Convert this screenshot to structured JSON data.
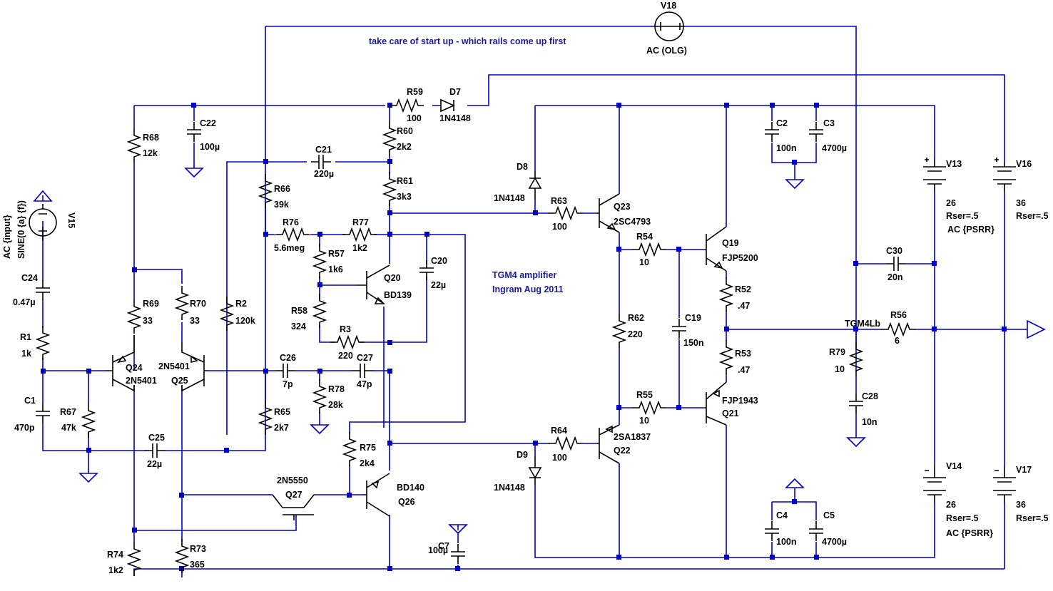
{
  "notes": {
    "startup": "take care of start up - which rails come up first",
    "title_line1": "TGM4 amplifier",
    "title_line2": "Ingram Aug 2011"
  },
  "sources": {
    "v18": {
      "name": "V18",
      "value": "AC (OLG)"
    },
    "v15": {
      "name": "V15",
      "line1": "SINE(0 {a} {f})",
      "line2": "AC {input}"
    },
    "v13": {
      "name": "V13",
      "value": "26",
      "rser": "Rser=.5",
      "ac": "AC {PSRR}"
    },
    "v16": {
      "name": "V16",
      "value": "36",
      "rser": "Rser=.5"
    },
    "v14": {
      "name": "V14",
      "value": "26",
      "rser": "Rser=.5",
      "ac": "AC {PSRR}"
    },
    "v17": {
      "name": "V17",
      "value": "36",
      "rser": "Rser=.5"
    }
  },
  "resistors": [
    {
      "name": "R59",
      "value": "100"
    },
    {
      "name": "R60",
      "value": "2k2"
    },
    {
      "name": "R61",
      "value": "3k3"
    },
    {
      "name": "R68",
      "value": "12k"
    },
    {
      "name": "R66",
      "value": "39k"
    },
    {
      "name": "R76",
      "value": "5.6meg"
    },
    {
      "name": "R77",
      "value": "1k2"
    },
    {
      "name": "R57",
      "value": "1k6"
    },
    {
      "name": "R58",
      "value": "324"
    },
    {
      "name": "R3",
      "value": "220"
    },
    {
      "name": "R69",
      "value": "33"
    },
    {
      "name": "R70",
      "value": "33"
    },
    {
      "name": "R2",
      "value": "120k"
    },
    {
      "name": "R1",
      "value": "1k"
    },
    {
      "name": "R67",
      "value": "47k"
    },
    {
      "name": "R78",
      "value": "28k"
    },
    {
      "name": "R65",
      "value": "2k7"
    },
    {
      "name": "R75",
      "value": "2k4"
    },
    {
      "name": "R74",
      "value": "1k2"
    },
    {
      "name": "R73",
      "value": "365"
    },
    {
      "name": "R63",
      "value": "100"
    },
    {
      "name": "R64",
      "value": "100"
    },
    {
      "name": "R54",
      "value": "10"
    },
    {
      "name": "R55",
      "value": "10"
    },
    {
      "name": "R62",
      "value": "220"
    },
    {
      "name": "R52",
      "value": ".47"
    },
    {
      "name": "R53",
      "value": ".47"
    },
    {
      "name": "R56",
      "value": "6"
    },
    {
      "name": "R79",
      "value": "10"
    }
  ],
  "capacitors": [
    {
      "name": "C22",
      "value": "100µ"
    },
    {
      "name": "C21",
      "value": "220µ"
    },
    {
      "name": "C20",
      "value": "22µ"
    },
    {
      "name": "C24",
      "value": "0.47µ"
    },
    {
      "name": "C1",
      "value": "470p"
    },
    {
      "name": "C25",
      "value": "22µ"
    },
    {
      "name": "C26",
      "value": "7p"
    },
    {
      "name": "C27",
      "value": "47p"
    },
    {
      "name": "C7",
      "value": "100µ"
    },
    {
      "name": "C2",
      "value": "100n"
    },
    {
      "name": "C3",
      "value": "4700µ"
    },
    {
      "name": "C19",
      "value": "150n"
    },
    {
      "name": "C30",
      "value": "20n"
    },
    {
      "name": "C28",
      "value": "10n"
    },
    {
      "name": "C4",
      "value": "100n"
    },
    {
      "name": "C5",
      "value": "4700µ"
    }
  ],
  "diodes": [
    {
      "name": "D7",
      "value": "1N4148"
    },
    {
      "name": "D8",
      "value": "1N4148"
    },
    {
      "name": "D9",
      "value": "1N4148"
    }
  ],
  "transistors": [
    {
      "name": "Q24",
      "value": "2N5401"
    },
    {
      "name": "Q25",
      "value": "2N5401"
    },
    {
      "name": "Q20",
      "value": "BD139"
    },
    {
      "name": "Q26",
      "value": "BD140"
    },
    {
      "name": "Q27",
      "value": "2N5550"
    },
    {
      "name": "Q23",
      "value": "2SC4793"
    },
    {
      "name": "Q22",
      "value": "2SA1837"
    },
    {
      "name": "Q19",
      "value": "FJP5200"
    },
    {
      "name": "Q21",
      "value": "FJP1943"
    }
  ],
  "nets": {
    "output": "TGM4Lb"
  },
  "colors": {
    "wire": "#0000c8",
    "component": "#000000",
    "note": "#1a1aa0",
    "background": "#ffffff"
  }
}
